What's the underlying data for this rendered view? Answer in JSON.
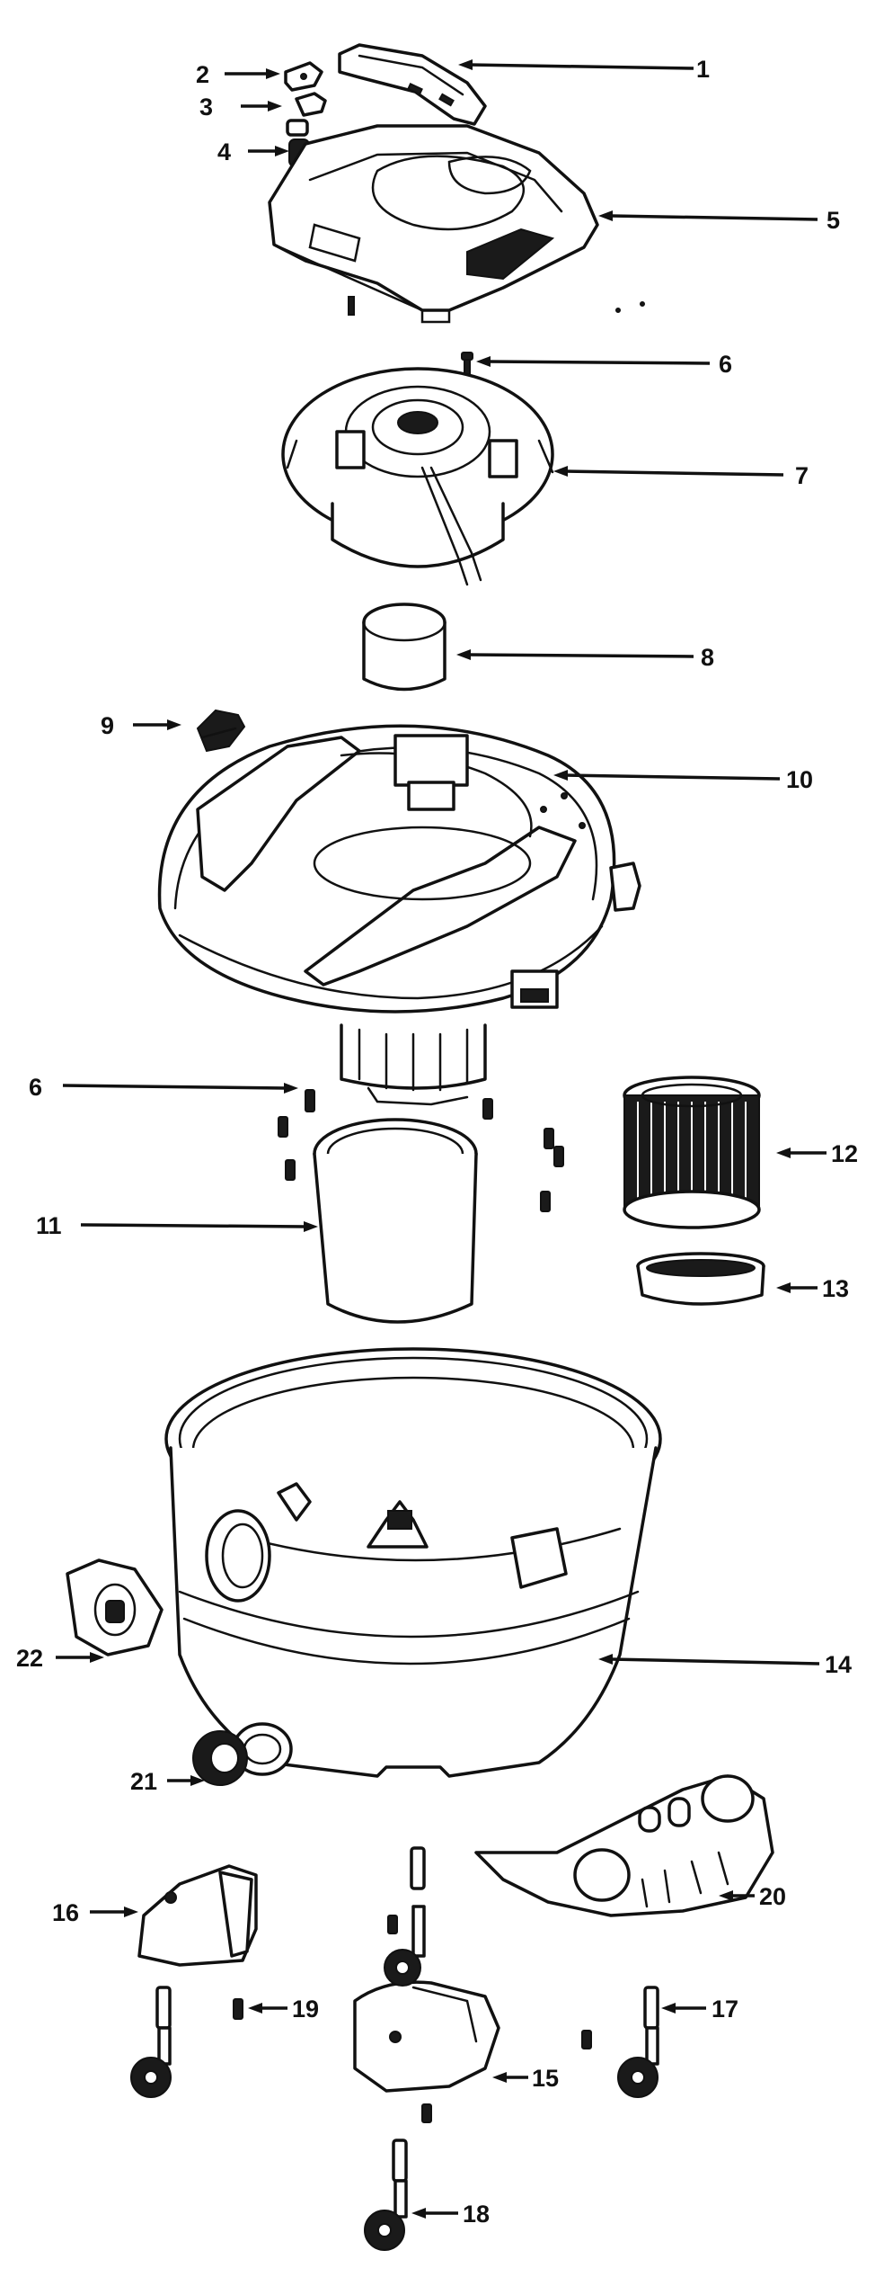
{
  "parts": [
    {
      "id": "1",
      "label": "1"
    },
    {
      "id": "2",
      "label": "2"
    },
    {
      "id": "3",
      "label": "3"
    },
    {
      "id": "4",
      "label": "4"
    },
    {
      "id": "5",
      "label": "5"
    },
    {
      "id": "6a",
      "label": "6"
    },
    {
      "id": "7",
      "label": "7"
    },
    {
      "id": "8",
      "label": "8"
    },
    {
      "id": "9",
      "label": "9"
    },
    {
      "id": "10",
      "label": "10"
    },
    {
      "id": "6b",
      "label": "6"
    },
    {
      "id": "11",
      "label": "11"
    },
    {
      "id": "12",
      "label": "12"
    },
    {
      "id": "13",
      "label": "13"
    },
    {
      "id": "14",
      "label": "14"
    },
    {
      "id": "22",
      "label": "22"
    },
    {
      "id": "21",
      "label": "21"
    },
    {
      "id": "20",
      "label": "20"
    },
    {
      "id": "16",
      "label": "16"
    },
    {
      "id": "19",
      "label": "19"
    },
    {
      "id": "17",
      "label": "17"
    },
    {
      "id": "15",
      "label": "15"
    },
    {
      "id": "18",
      "label": "18"
    }
  ]
}
